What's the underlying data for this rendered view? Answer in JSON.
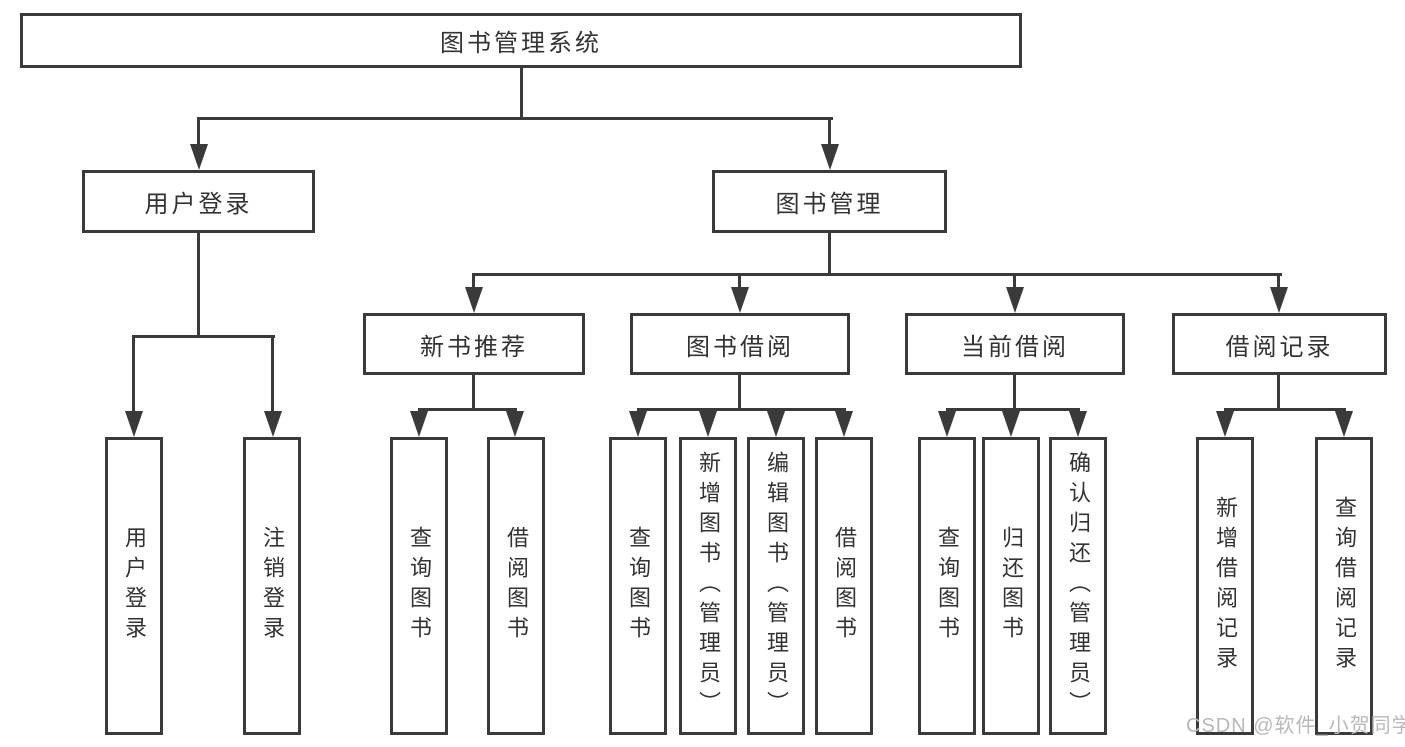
{
  "diagram": {
    "title": "图书管理系统",
    "root": {
      "label": "图书管理系统"
    },
    "branches": [
      {
        "label": "用户登录",
        "children": [
          "用户登录",
          "注销登录"
        ]
      },
      {
        "label": "图书管理",
        "sections": [
          {
            "label": "新书推荐",
            "children": [
              "查询图书",
              "借阅图书"
            ]
          },
          {
            "label": "图书借阅",
            "children": [
              "查询图书",
              "新增图书（管理员）",
              "编辑图书（管理员）",
              "借阅图书"
            ]
          },
          {
            "label": "当前借阅",
            "children": [
              "查询图书",
              "归还图书",
              "确认归还（管理员）"
            ]
          },
          {
            "label": "借阅记录",
            "children": [
              "新增借阅记录",
              "查询借阅记录"
            ]
          }
        ]
      }
    ]
  },
  "watermark": "CSDN @软件_小贺同学",
  "colors": {
    "line": "#3a3a3a",
    "node_border": "#3a3a3a",
    "node_text": "#333333",
    "watermark_text": "#b9b9b9",
    "background": "#ffffff"
  }
}
